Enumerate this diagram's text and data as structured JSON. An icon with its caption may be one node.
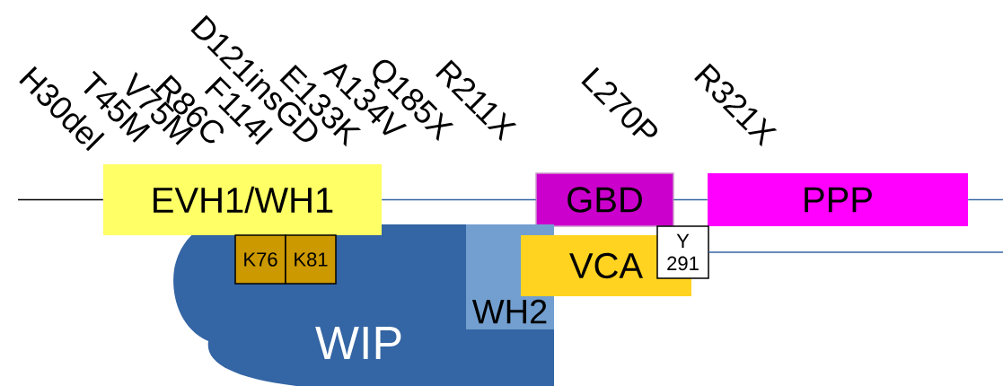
{
  "diagram": {
    "nodes": [
      {
        "text": [
          "EVH1/WH1"
        ]
      },
      {
        "text": [
          "GBD"
        ]
      },
      {
        "text": [
          "PPP"
        ]
      },
      {
        "text": [
          "WIP"
        ]
      },
      {
        "text": [
          "K76"
        ],
        "in": 3
      },
      {
        "text": [
          "K81"
        ],
        "in": 3
      },
      {
        "text": [
          "WH2"
        ],
        "in": 3
      },
      {
        "text": [
          "VCA"
        ]
      },
      {
        "text": [
          "Y 291"
        ]
      }
    ],
    "edges": [
      {
        "from": null,
        "to": 0,
        "arrow": "none",
        "color": "#000000"
      },
      {
        "from": 0,
        "to": 1,
        "arrow": "none"
      },
      {
        "from": 1,
        "to": 2,
        "arrow": "none"
      },
      {
        "from": 2,
        "to": null,
        "arrow": "none"
      },
      {
        "from": 8,
        "to": null,
        "arrow": "none"
      }
    ],
    "labels": [
      "H30del",
      "T45M",
      "V75M",
      "R86C",
      "F114I",
      "D121insGD",
      "E133K",
      "A134V",
      "Q185X",
      "R211X",
      "L270P",
      "R321X"
    ]
  }
}
